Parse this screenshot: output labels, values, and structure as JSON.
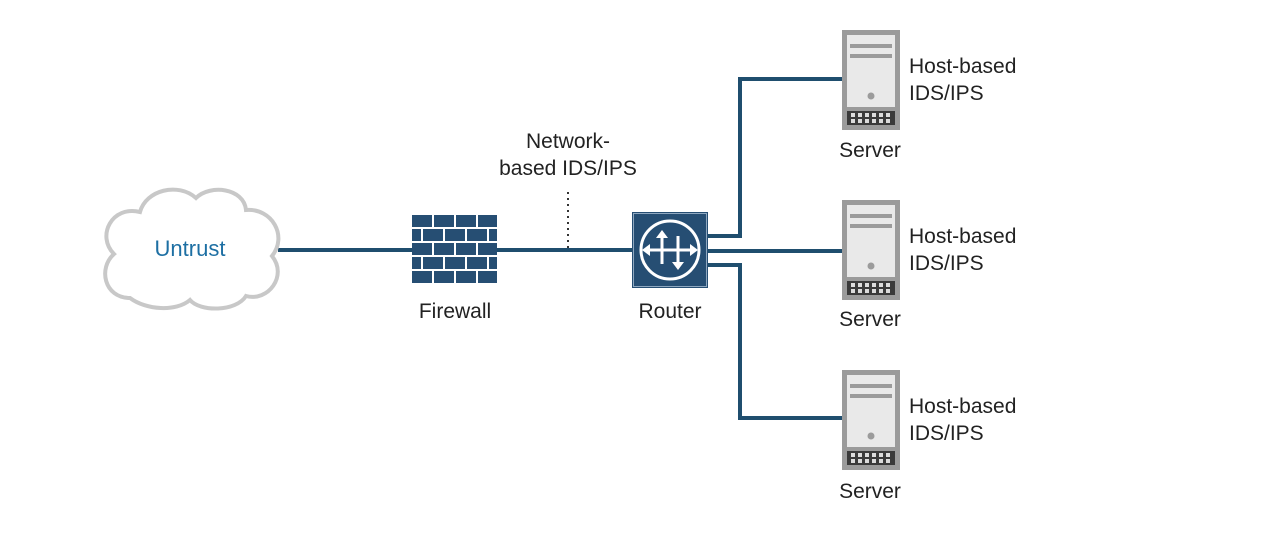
{
  "cloud": {
    "label": "Untrust"
  },
  "firewall": {
    "label": "Firewall"
  },
  "router": {
    "label": "Router"
  },
  "network_ids": {
    "line1": "Network-",
    "line2": "based IDS/IPS"
  },
  "servers": [
    {
      "label": "Server",
      "ids_line1": "Host-based",
      "ids_line2": "IDS/IPS"
    },
    {
      "label": "Server",
      "ids_line1": "Host-based",
      "ids_line2": "IDS/IPS"
    },
    {
      "label": "Server",
      "ids_line1": "Host-based",
      "ids_line2": "IDS/IPS"
    }
  ],
  "colors": {
    "link": "#1f4e6e",
    "device_blue": "#264e73",
    "server_gray": "#9b9b9b",
    "cloud_stroke": "#c8c8c8",
    "cloud_text": "#1d6fa3"
  }
}
